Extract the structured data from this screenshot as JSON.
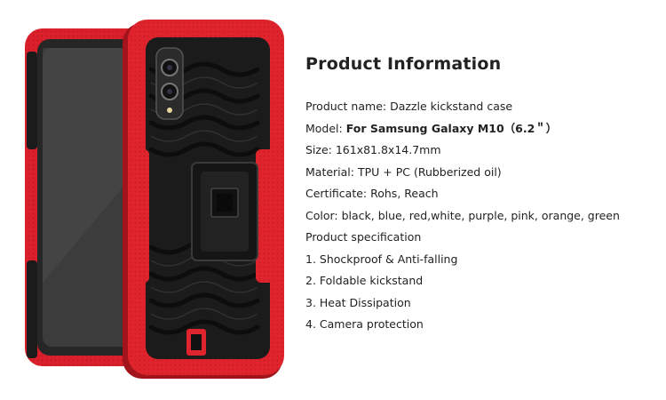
{
  "image": {
    "description_icon": "phone-case-icon",
    "colors": {
      "case_red": "#e0242e",
      "case_dark_red": "#a1141c",
      "case_black": "#1b1b1b",
      "screen": "#3a3a3a"
    }
  },
  "info": {
    "title": "Product Information",
    "product_name": "Product name: Dazzle kickstand case",
    "model_label": "Model: ",
    "model_value": "For Samsung Galaxy M10（6.2＂）",
    "size": "Size: 161x81.8x14.7mm",
    "material": "Material: TPU + PC (Rubberized oil)",
    "certificate": "Certificate: Rohs, Reach",
    "color": "Color: black, blue, red,white, purple, pink, orange, green",
    "spec_heading": "Product specification",
    "features": [
      "1. Shockproof & Anti-falling",
      "2. Foldable kickstand",
      "3. Heat Dissipation",
      "4. Camera protection"
    ]
  }
}
